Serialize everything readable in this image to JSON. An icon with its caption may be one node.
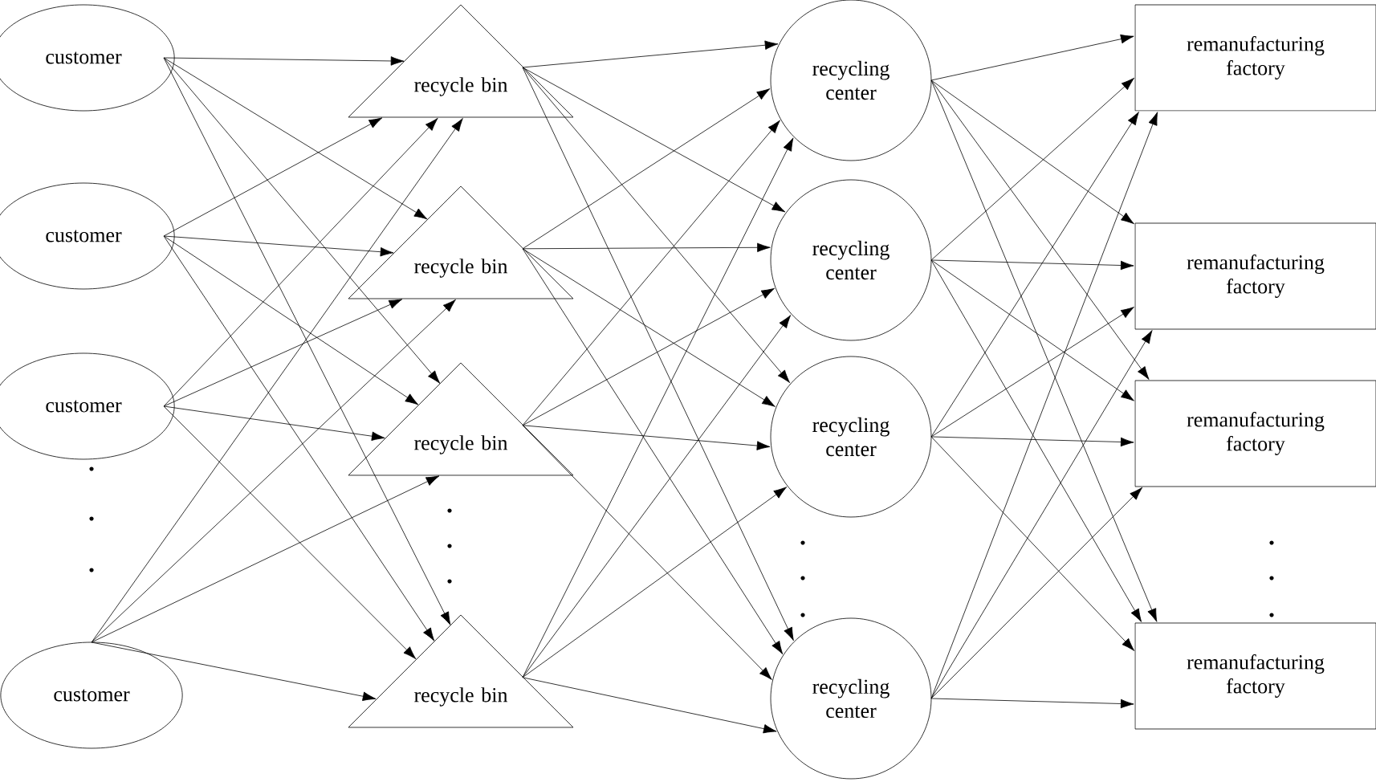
{
  "diagram": {
    "nodes": [
      {
        "text": [
          "customer"
        ]
      },
      {
        "text": [
          "customer"
        ]
      },
      {
        "text": [
          "customer"
        ]
      },
      {
        "text": [
          "customer"
        ]
      },
      {
        "text": [
          "recycle bin"
        ]
      },
      {
        "text": [
          "recycle bin"
        ]
      },
      {
        "text": [
          "recycle bin"
        ]
      },
      {
        "text": [
          "recycle bin"
        ]
      },
      {
        "text": [
          "recycling center"
        ]
      },
      {
        "text": [
          "recycling center"
        ]
      },
      {
        "text": [
          "recycling center"
        ]
      },
      {
        "text": [
          "recycling center"
        ]
      },
      {
        "text": [
          "remanufacturing factory"
        ]
      },
      {
        "text": [
          "remanufacturing factory"
        ]
      },
      {
        "text": [
          "remanufacturing factory"
        ]
      },
      {
        "text": [
          "remanufacturing factory"
        ]
      }
    ],
    "edges": [
      {
        "from": 0,
        "to": 4,
        "arrow": "to"
      },
      {
        "from": 0,
        "to": 5,
        "arrow": "to"
      },
      {
        "from": 0,
        "to": 6,
        "arrow": "to"
      },
      {
        "from": 0,
        "to": 7,
        "arrow": "to"
      },
      {
        "from": 1,
        "to": 4,
        "arrow": "to"
      },
      {
        "from": 1,
        "to": 5,
        "arrow": "to"
      },
      {
        "from": 1,
        "to": 6,
        "arrow": "to"
      },
      {
        "from": 1,
        "to": 7,
        "arrow": "to"
      },
      {
        "from": 2,
        "to": 4,
        "arrow": "to"
      },
      {
        "from": 2,
        "to": 5,
        "arrow": "to"
      },
      {
        "from": 2,
        "to": 6,
        "arrow": "to"
      },
      {
        "from": 2,
        "to": 7,
        "arrow": "to"
      },
      {
        "from": 3,
        "to": 4,
        "arrow": "to"
      },
      {
        "from": 3,
        "to": 5,
        "arrow": "to"
      },
      {
        "from": 3,
        "to": 6,
        "arrow": "to"
      },
      {
        "from": 3,
        "to": 7,
        "arrow": "to"
      },
      {
        "from": 4,
        "to": 8,
        "arrow": "to"
      },
      {
        "from": 4,
        "to": 9,
        "arrow": "to"
      },
      {
        "from": 4,
        "to": 10,
        "arrow": "to"
      },
      {
        "from": 4,
        "to": 11,
        "arrow": "to"
      },
      {
        "from": 5,
        "to": 8,
        "arrow": "to"
      },
      {
        "from": 5,
        "to": 9,
        "arrow": "to"
      },
      {
        "from": 5,
        "to": 10,
        "arrow": "to"
      },
      {
        "from": 5,
        "to": 11,
        "arrow": "to"
      },
      {
        "from": 6,
        "to": 8,
        "arrow": "to"
      },
      {
        "from": 6,
        "to": 9,
        "arrow": "to"
      },
      {
        "from": 6,
        "to": 10,
        "arrow": "to"
      },
      {
        "from": 6,
        "to": 11,
        "arrow": "to"
      },
      {
        "from": 7,
        "to": 8,
        "arrow": "to"
      },
      {
        "from": 7,
        "to": 9,
        "arrow": "to"
      },
      {
        "from": 7,
        "to": 10,
        "arrow": "to"
      },
      {
        "from": 7,
        "to": 11,
        "arrow": "to"
      },
      {
        "from": 8,
        "to": 12,
        "arrow": "to"
      },
      {
        "from": 8,
        "to": 13,
        "arrow": "to"
      },
      {
        "from": 8,
        "to": 14,
        "arrow": "to"
      },
      {
        "from": 8,
        "to": 15,
        "arrow": "to"
      },
      {
        "from": 9,
        "to": 12,
        "arrow": "to"
      },
      {
        "from": 9,
        "to": 13,
        "arrow": "to"
      },
      {
        "from": 9,
        "to": 14,
        "arrow": "to"
      },
      {
        "from": 9,
        "to": 15,
        "arrow": "to"
      },
      {
        "from": 10,
        "to": 12,
        "arrow": "to"
      },
      {
        "from": 10,
        "to": 13,
        "arrow": "to"
      },
      {
        "from": 10,
        "to": 14,
        "arrow": "to"
      },
      {
        "from": 10,
        "to": 15,
        "arrow": "to"
      },
      {
        "from": 11,
        "to": 12,
        "arrow": "to"
      },
      {
        "from": 11,
        "to": 13,
        "arrow": "to"
      },
      {
        "from": 11,
        "to": 14,
        "arrow": "to"
      },
      {
        "from": 11,
        "to": 15,
        "arrow": "to"
      }
    ]
  }
}
